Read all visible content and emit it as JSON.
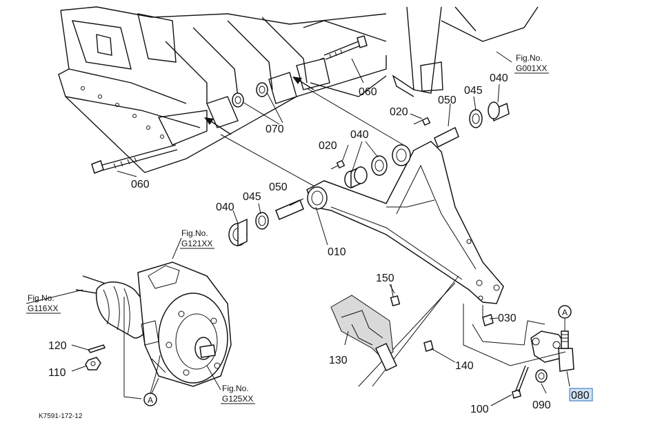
{
  "diagram_code": "K7591-172-12",
  "part_labels": {
    "p010": "010",
    "p020a": "020",
    "p020b": "020",
    "p030": "030",
    "p040a": "040",
    "p040b": "040",
    "p040c": "040",
    "p045a": "045",
    "p045b": "045",
    "p050a": "050",
    "p050b": "050",
    "p060a": "060",
    "p060b": "060",
    "p070": "070",
    "p080": "080",
    "p090": "090",
    "p100": "100",
    "p110": "110",
    "p120": "120",
    "p130": "130",
    "p140": "140",
    "p150": "150"
  },
  "figure_refs": {
    "g001": {
      "prefix": "Fig.No.",
      "code": "G001XX"
    },
    "g121": {
      "prefix": "Fig.No.",
      "code": "G121XX"
    },
    "g116": {
      "prefix": "Fig.No.",
      "code": "G116XX"
    },
    "g125": {
      "prefix": "Fig.No.",
      "code": "G125XX"
    }
  },
  "callouts": {
    "a_top": "A",
    "a_bottom": "A"
  },
  "highlighted_part": "080"
}
